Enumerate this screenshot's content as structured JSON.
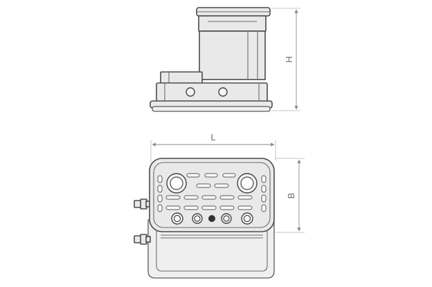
{
  "dimensions": {
    "height_label": "H",
    "length_label": "L",
    "width_label": "B"
  },
  "colors": {
    "line": "#4a4a4a",
    "fill": "#e9e9e9",
    "dimension": "#8a8a8a",
    "label": "#6b6b6b"
  }
}
